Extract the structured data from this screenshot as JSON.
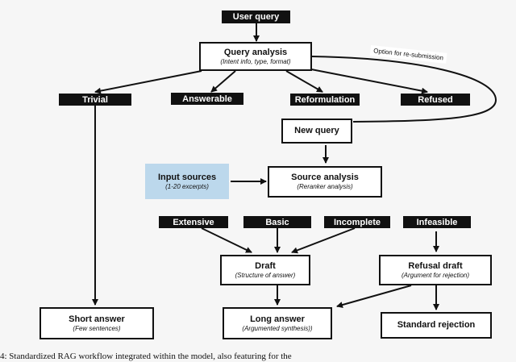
{
  "nodes": {
    "user_query": "User query",
    "query_analysis": {
      "title": "Query analysis",
      "sub": "(Intent info, type, format)"
    },
    "trivial": "Trivial",
    "answerable": "Answerable",
    "reformulation": "Reformulation",
    "refused": "Refused",
    "new_query": "New query",
    "input_sources": {
      "title": "Input sources",
      "sub": "(1-20 excerpts)"
    },
    "source_analysis": {
      "title": "Source analysis",
      "sub": "(Reranker analysis)"
    },
    "extensive": "Extensive",
    "basic": "Basic",
    "incomplete": "Incomplete",
    "infeasible": "Infeasible",
    "draft": {
      "title": "Draft",
      "sub": "(Structure of answer)"
    },
    "refusal_draft": {
      "title": "Refusal draft",
      "sub": "(Argument for rejection)"
    },
    "short_answer": {
      "title": "Short answer",
      "sub": "(Few sentences)"
    },
    "long_answer": {
      "title": "Long answer",
      "sub": "(Argumented synthesis))"
    },
    "standard_rejection": "Standard rejection"
  },
  "option_label": "Option for re-submission",
  "caption": "4: Standardized RAG workflow integrated within the model, also featuring for the"
}
